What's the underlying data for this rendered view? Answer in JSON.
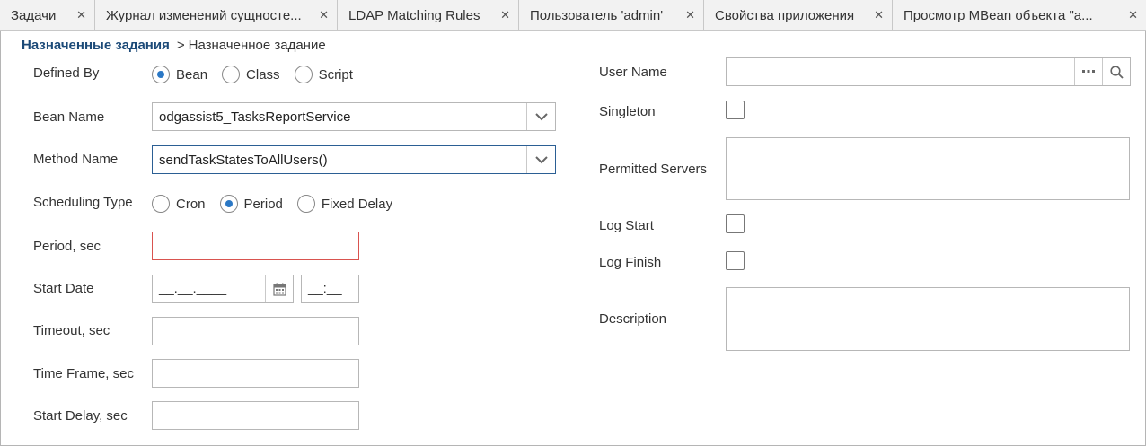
{
  "tabs": [
    {
      "label": "Задачи"
    },
    {
      "label": "Журнал изменений сущносте..."
    },
    {
      "label": "LDAP Matching Rules"
    },
    {
      "label": "Пользователь 'admin'"
    },
    {
      "label": "Свойства приложения"
    },
    {
      "label": "Просмотр MBean объекта \"a..."
    }
  ],
  "breadcrumb": {
    "parent": "Назначенные задания",
    "separator": ">",
    "current": "Назначенное задание"
  },
  "left": {
    "defined_by": {
      "label": "Defined By",
      "options": [
        "Bean",
        "Class",
        "Script"
      ],
      "selected": "Bean"
    },
    "bean_name": {
      "label": "Bean Name",
      "value": "odgassist5_TasksReportService"
    },
    "method_name": {
      "label": "Method Name",
      "value": "sendTaskStatesToAllUsers()"
    },
    "scheduling_type": {
      "label": "Scheduling Type",
      "options": [
        "Cron",
        "Period",
        "Fixed Delay"
      ],
      "selected": "Period"
    },
    "period": {
      "label": "Period, sec",
      "value": ""
    },
    "start_date": {
      "label": "Start Date",
      "date_mask": "__.__.____",
      "time_mask": "__:__"
    },
    "timeout": {
      "label": "Timeout, sec",
      "value": ""
    },
    "time_frame": {
      "label": "Time Frame, sec",
      "value": ""
    },
    "start_delay": {
      "label": "Start Delay, sec",
      "value": ""
    }
  },
  "right": {
    "user_name": {
      "label": "User Name",
      "value": ""
    },
    "singleton": {
      "label": "Singleton",
      "checked": false
    },
    "permitted_servers": {
      "label": "Permitted Servers",
      "value": ""
    },
    "log_start": {
      "label": "Log Start",
      "checked": false
    },
    "log_finish": {
      "label": "Log Finish",
      "checked": false
    },
    "description": {
      "label": "Description",
      "value": ""
    }
  },
  "icons": {
    "tab_close": "close-icon",
    "dropdown": "chevron-down-icon",
    "calendar": "calendar-icon",
    "more": "ellipsis-icon",
    "search": "search-icon"
  },
  "colors": {
    "breadcrumb_link": "#1c4a78",
    "radio_selected": "#2b78c5",
    "error_border": "#d9534f",
    "focus_border": "#2b5f94"
  }
}
